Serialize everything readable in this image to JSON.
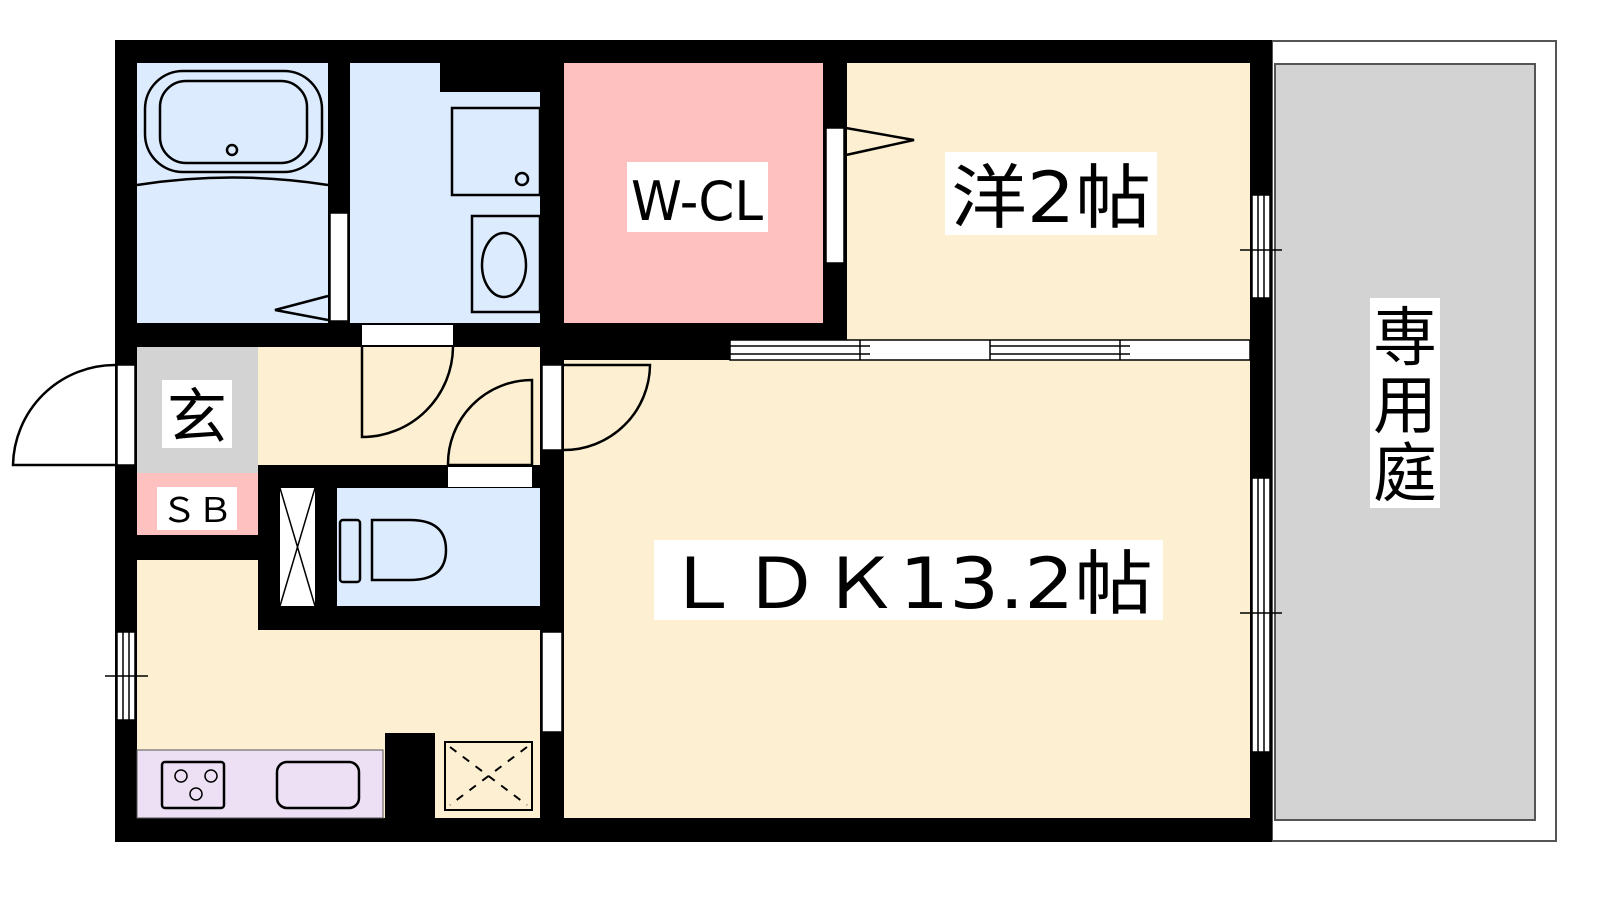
{
  "floorplan": {
    "rooms": {
      "walk_in_closet": "W-CL",
      "western_room": "洋2帖",
      "ldk": "ＬＤＫ13.2帖",
      "entrance": "玄",
      "shoe_box": "ＳＢ",
      "private_garden": [
        "専",
        "用",
        "庭"
      ]
    },
    "colors": {
      "wet_area": "#dcecfe",
      "closet": "#ffc0c0",
      "living": "#fdf0d2",
      "entrance": "#d3d3d3",
      "kitchen_counter": "#ede0f5",
      "garden": "#d3d3d3",
      "wall": "#000000"
    }
  }
}
